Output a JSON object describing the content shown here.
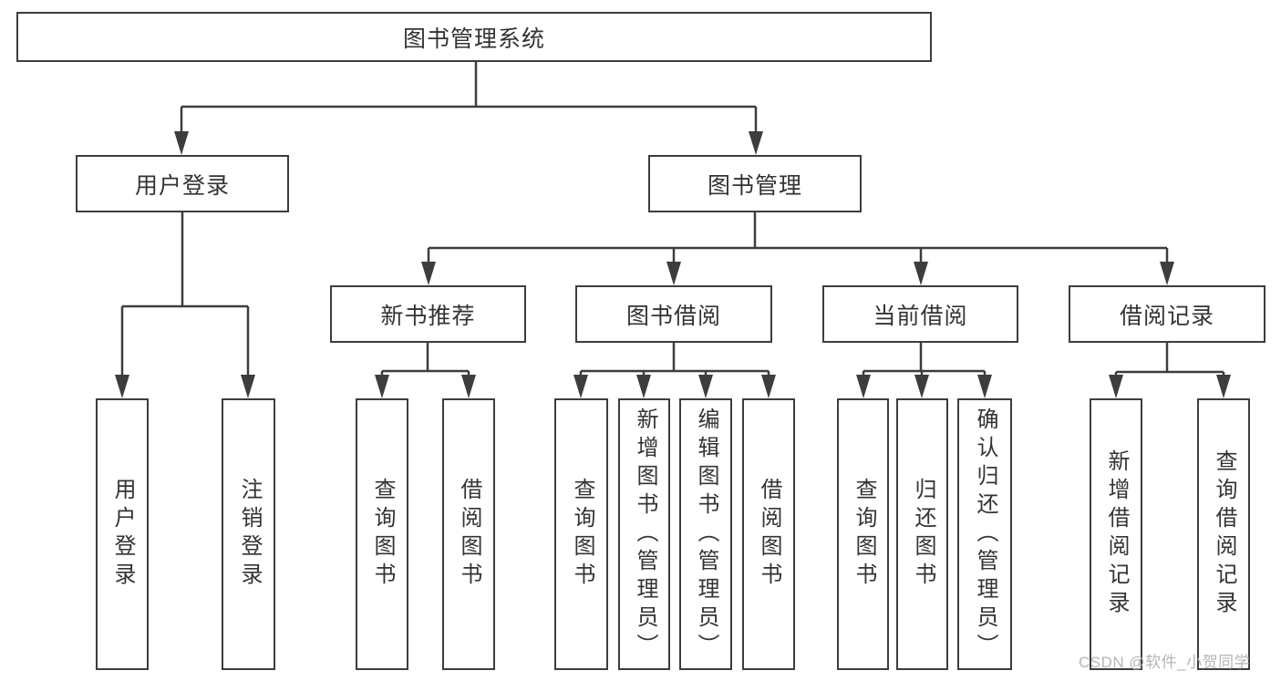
{
  "colors": {
    "line": "#3d3d3d",
    "box_border": "#3d3d3d",
    "text": "#333333",
    "watermark": "#b5b5b5",
    "background": "#ffffff"
  },
  "watermark": {
    "text": "CSDN @软件_小贺同学"
  },
  "diagram": {
    "root": {
      "label": "图书管理系统"
    },
    "level2": [
      {
        "label": "用户登录"
      },
      {
        "label": "图书管理"
      }
    ],
    "level3": [
      {
        "label": "新书推荐"
      },
      {
        "label": "图书借阅"
      },
      {
        "label": "当前借阅"
      },
      {
        "label": "借阅记录"
      }
    ],
    "leaves": {
      "user_login": [
        {
          "label": "用户登录"
        },
        {
          "label": "注销登录"
        }
      ],
      "new_book": [
        {
          "label": "查询图书"
        },
        {
          "label": "借阅图书"
        }
      ],
      "book_borrow": [
        {
          "label": "查询图书"
        },
        {
          "label": "新增图书（管理员）"
        },
        {
          "label": "编辑图书（管理员）"
        },
        {
          "label": "借阅图书"
        }
      ],
      "current_borrow": [
        {
          "label": "查询图书"
        },
        {
          "label": "归还图书"
        },
        {
          "label": "确认归还（管理员）"
        }
      ],
      "borrow_record": [
        {
          "label": "新增借阅记录"
        },
        {
          "label": "查询借阅记录"
        }
      ]
    }
  }
}
